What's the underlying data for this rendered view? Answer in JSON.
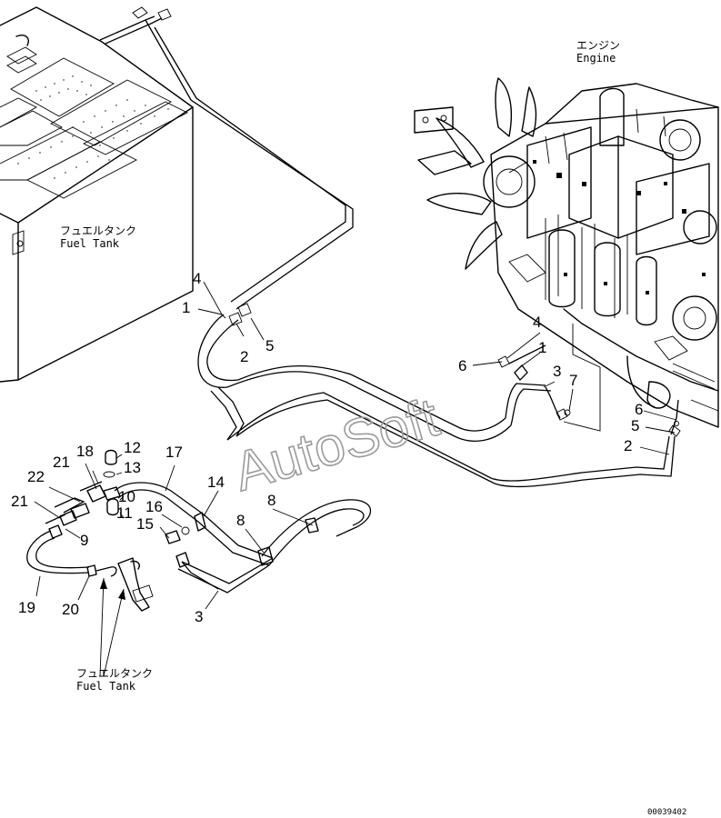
{
  "labels": {
    "fuel_tank_top_jp": "フュエルタンク",
    "fuel_tank_top_en": "Fuel Tank",
    "engine_jp": "エンジン",
    "engine_en": "Engine",
    "fuel_tank_bottom_jp": "フュエルタンク",
    "fuel_tank_bottom_en": "Fuel Tank"
  },
  "watermark": "AutoSoft",
  "document_number": "00039402",
  "callouts": {
    "c4a": "4",
    "c1a": "1",
    "c2a": "2",
    "c5a": "5",
    "c4b": "4",
    "c1b": "1",
    "c6a": "6",
    "c3a": "3",
    "c7": "7",
    "c6b": "6",
    "c5b": "5",
    "c2b": "2",
    "c18": "18",
    "c12": "12",
    "c17": "17",
    "c21a": "21",
    "c13": "13",
    "c22": "22",
    "c10": "10",
    "c14": "14",
    "c21b": "21",
    "c16": "16",
    "c8a": "8",
    "c11": "11",
    "c15": "15",
    "c8b": "8",
    "c9": "9",
    "c19": "19",
    "c20": "20",
    "c3b": "3"
  }
}
